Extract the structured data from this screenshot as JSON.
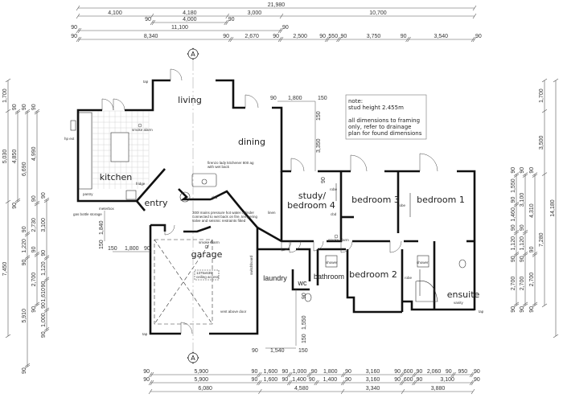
{
  "section_marker": "A",
  "dimensions": {
    "top": [
      [
        21980
      ],
      [
        4100,
        4180,
        3000,
        10700
      ],
      [
        90,
        4000,
        90
      ],
      [
        90,
        11100,
        90
      ],
      [
        90,
        8340,
        90,
        2670,
        90,
        2500,
        90,
        550,
        90,
        3750,
        90,
        3540,
        90
      ]
    ],
    "bottom": [
      [
        90,
        5900,
        90,
        1600,
        90,
        1000,
        90,
        1800,
        90,
        3160,
        90,
        600,
        90,
        2060,
        90,
        950,
        90
      ],
      [
        90,
        5900,
        90,
        1600,
        90,
        1400,
        90,
        1400,
        90,
        3160,
        90,
        600,
        90,
        3100,
        90
      ],
      [
        6080,
        4580,
        3340,
        3880
      ]
    ],
    "left": [
      [
        1700,
        5030,
        7450
      ],
      [
        90,
        4850,
        90
      ],
      [
        90,
        6690,
        90,
        1220,
        90,
        5910,
        90
      ],
      [
        90,
        4990,
        90,
        2730,
        90,
        2700,
        90
      ],
      [
        90,
        3100,
        90,
        1120,
        90,
        1610,
        90,
        1000,
        90
      ]
    ],
    "right": [
      [
        90,
        1550,
        90,
        1460,
        90,
        1120,
        90,
        2700,
        90
      ],
      [
        90,
        3100,
        90,
        1120,
        90,
        2700,
        90
      ],
      [
        90,
        4310,
        90,
        2700,
        90
      ],
      [
        1700,
        3500,
        7280
      ],
      [
        14180
      ]
    ],
    "local": {
      "dining_a": "90",
      "dining_b": "1,800",
      "dining_c": "150",
      "dining_v1": "150",
      "dining_v2": "3,350",
      "study_v": "90",
      "garage_a": "150",
      "garage_b": "1,800",
      "garage_c": "90",
      "kitchen_v1": "150",
      "kitchen_v2": "1,840",
      "wc_v1": "90",
      "wc_v2": "1,550",
      "wc_v3": "150",
      "bottom_a": "90",
      "bottom_b": "1,540",
      "bottom_c": "150"
    }
  },
  "rooms": {
    "living": "living",
    "dining": "dining",
    "kitchen": "kitchen",
    "entry": "entry",
    "study_1": "study/",
    "study_2": "bedroom 4",
    "bedroom3": "bedroom 3",
    "bedroom1": "bedroom 1",
    "garage": "garage",
    "laundry": "laundry",
    "wc": "wc",
    "bathroom": "bathroom",
    "bedroom2": "bedroom 2",
    "ensuite": "ensuite"
  },
  "labels": {
    "tap": "tap",
    "hp_ext": "hp ext",
    "pantry": "pantry",
    "meter_box": "meterbox",
    "gas_bottle": "gas bottle storage",
    "fridge": "fridge",
    "smoke_alarm": "smoke alarm",
    "firenzo_1": "firenzo lady kitchener 800 ag",
    "firenzo_2": "with wet back",
    "cbd": "cbd",
    "hot_water_1": "300l mains pressure hot water cylinder",
    "hot_water_2": "connected to wet back on fire, tempering",
    "hot_water_3": "valve and seismic restraints fitted",
    "linen": "linen",
    "robe": "robe",
    "shower": "shower",
    "vanity": "vanity",
    "switchboard": "switchboard",
    "ceiling_access_1": "1375x635",
    "ceiling_access_2": "ceiling access",
    "vent": "vent above door"
  },
  "note": {
    "line1": "note:",
    "line2": "stud height 2.455m",
    "line3": "all dimensions to framing",
    "line4": "only, refer to drainage",
    "line5": "plan for found dimensions"
  }
}
